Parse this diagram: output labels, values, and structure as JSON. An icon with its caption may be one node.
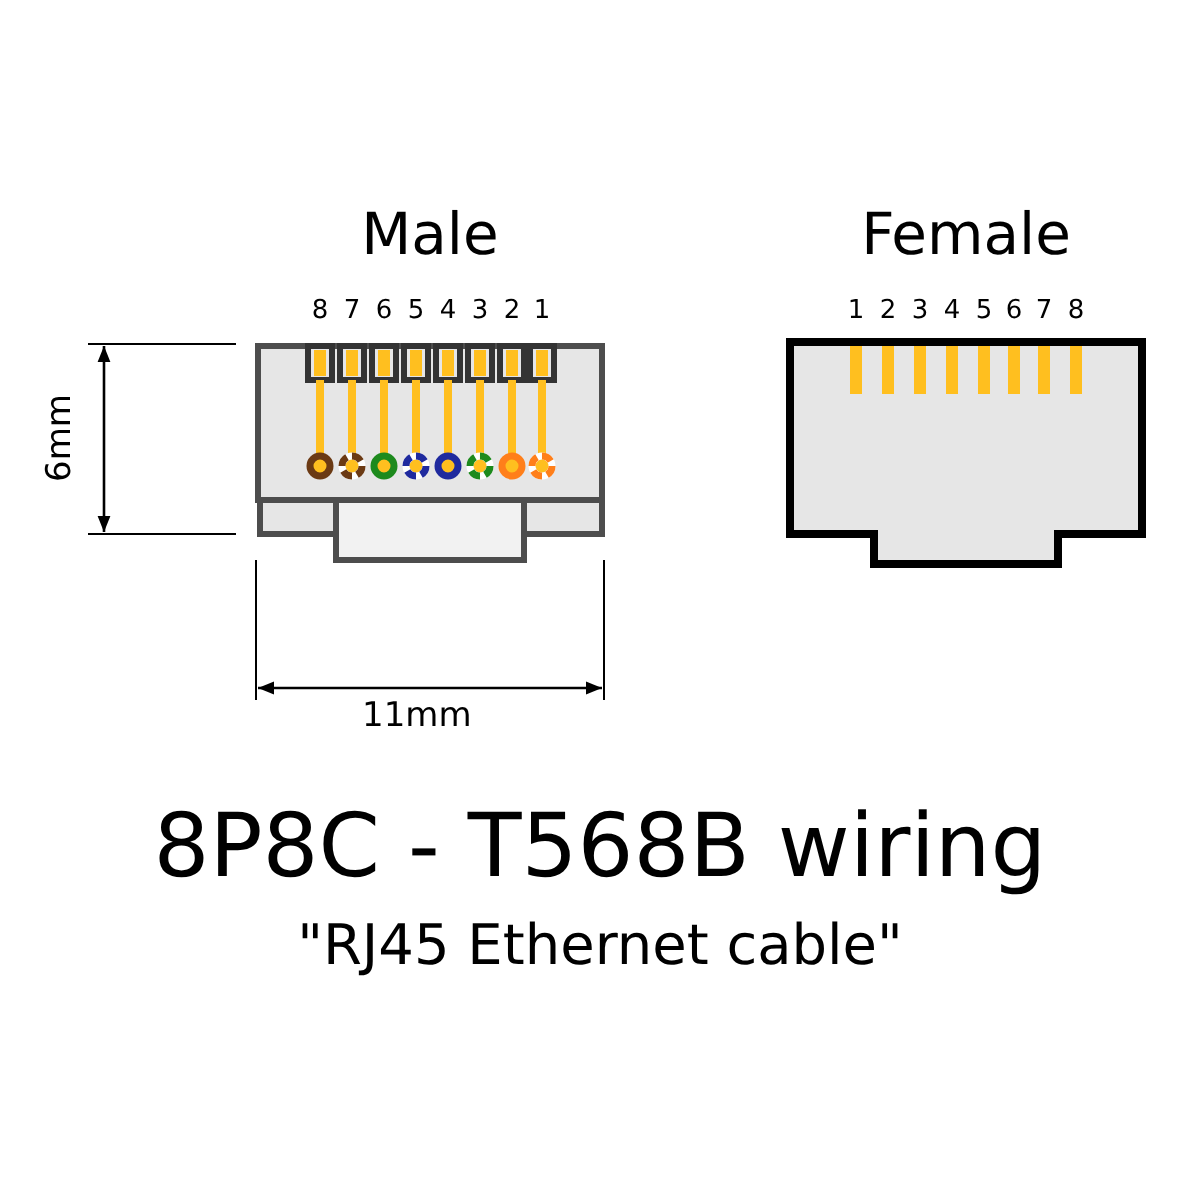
{
  "diagram": {
    "title": "8P8C - T568B wiring",
    "caption": "\"RJ45 Ethernet cable\"",
    "nodes": [
      {
        "text": [
          "Male"
        ]
      },
      {
        "text": [
          "Female"
        ]
      }
    ],
    "labels": [
      "8",
      "7",
      "6",
      "5",
      "4",
      "3",
      "2",
      "1",
      "1",
      "2",
      "3",
      "4",
      "5",
      "6",
      "7",
      "8",
      "6mm",
      "11mm"
    ]
  }
}
